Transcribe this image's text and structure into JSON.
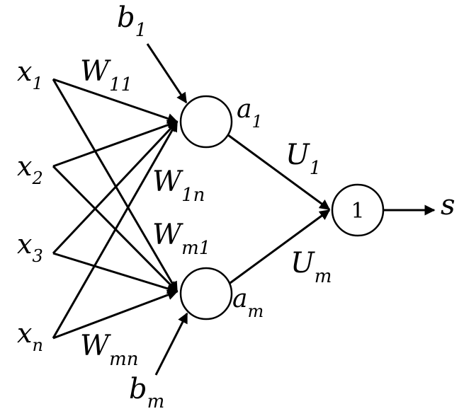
{
  "inputs": [
    {
      "base": "x",
      "sub": "1"
    },
    {
      "base": "x",
      "sub": "2"
    },
    {
      "base": "x",
      "sub": "3"
    },
    {
      "base": "x",
      "sub": "n"
    }
  ],
  "biases": [
    {
      "base": "b",
      "sub": "1"
    },
    {
      "base": "b",
      "sub": "m"
    }
  ],
  "hidden_outputs": [
    {
      "base": "a",
      "sub": "1"
    },
    {
      "base": "a",
      "sub": "m"
    }
  ],
  "input_weights": [
    {
      "base": "W",
      "sub": "11"
    },
    {
      "base": "W",
      "sub": "1n"
    },
    {
      "base": "W",
      "sub": "m1"
    },
    {
      "base": "W",
      "sub": "mn"
    }
  ],
  "output_weights": [
    {
      "base": "U",
      "sub": "1"
    },
    {
      "base": "U",
      "sub": "m"
    }
  ],
  "output_node": {
    "label": "1"
  },
  "output_label": "s",
  "colors": {
    "stroke": "#000000",
    "background": "#ffffff"
  }
}
